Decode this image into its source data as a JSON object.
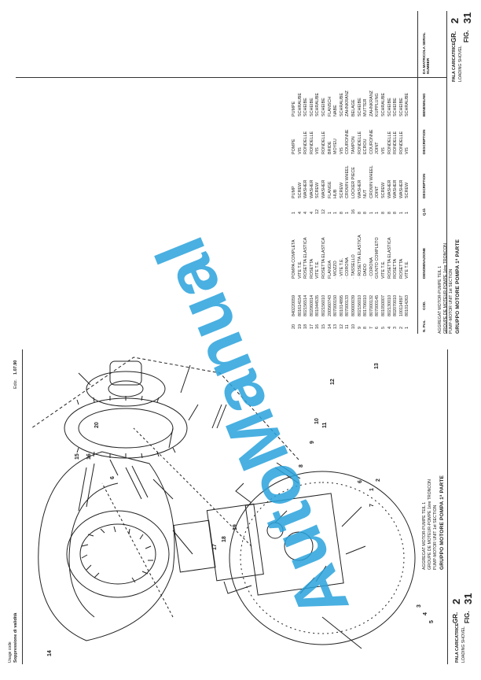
{
  "header_left": {
    "title": "PALA CARICATRICE",
    "subtitle": "LOADING SHOVEL",
    "gr_label": "GR.",
    "gr_value": "2",
    "fig_label": "FIG.",
    "fig_value": "31"
  },
  "header_right": {
    "title": "PALA CARICATRICE",
    "subtitle": "LOADING SHOVEL",
    "gr_label": "GR.",
    "gr_value": "2",
    "fig_label": "FIG.",
    "fig_value": "31"
  },
  "group_left": {
    "line1": "GRUPPO MOTORE POMPA 1ª PARTE",
    "line2": "PUMP-MOTOR UNIT 1st SECTION",
    "line3": "GROUPE DE MOTEUR-POMPE 1ère TRONCON",
    "line4": "AGGREGAT MOTOR-PUMPE TEIL 1"
  },
  "group_right": {
    "line1": "GRUPPO MOTORE POMPA 1ª PARTE",
    "line2": "PUMP-MOTOR UNIT 1st SECTION",
    "line3": "GROUPE DE MOTEUR-POMPE 1ère TRONCON",
    "line4": "AGGREGAT MOTOR-PUMPE TEIL 1"
  },
  "footer": {
    "line1": "Soppressione di validità",
    "line2": "Usage code",
    "date_label": "Ediz.",
    "date_value": "1.07.90"
  },
  "table": {
    "headers": {
      "n": "N. Pos.",
      "code": "COD.",
      "denominazione": "DENOMINAZIONE",
      "qty": "Q.tà",
      "description": "DESCRIPTION",
      "description_fr": "DESCRIPTION",
      "benennung": "BENENNUNG",
      "serial": "DA MATRICOLA SERIAL NUMBER"
    },
    "rows": [
      {
        "n": "1",
        "code": "801014263",
        "it": "VITE T.E.",
        "q": "1",
        "en": "SCREW",
        "fr": "VIS",
        "de": "SCHRAUBE"
      },
      {
        "n": "2",
        "code": "100114897",
        "it": "ROSETTA",
        "q": "1",
        "en": "WASHER",
        "fr": "RONDELLE",
        "de": "SCHEIBE"
      },
      {
        "n": "3",
        "code": "802070010",
        "it": "ROSETTA",
        "q": "8",
        "en": "WASHER",
        "fr": "RONDELLE",
        "de": "SCHEIBE"
      },
      {
        "n": "4",
        "code": "802130010",
        "it": "ROSETTA ELASTICA",
        "q": "8",
        "en": "WASHER",
        "fr": "RONDELLE",
        "de": "SCHEIBE"
      },
      {
        "n": "5",
        "code": "801050007",
        "it": "VITE T.E.",
        "q": "8",
        "en": "SCREW",
        "fr": "VIS",
        "de": "SCHRAUBE"
      },
      {
        "n": "6",
        "code": "807000145",
        "it": "GIUNTO COMPLETO",
        "q": "1",
        "en": "JOINT",
        "fr": "JOINT",
        "de": "KUPPLUNG"
      },
      {
        "n": "7",
        "code": "807000132",
        "it": "· CORONA",
        "q": "1",
        "en": "CROWN WHEEL",
        "fr": "COURONNE",
        "de": "ZAHNKRANZ"
      },
      {
        "n": "8",
        "code": "801706010",
        "it": "· DADO",
        "q": "8",
        "en": "NUT",
        "fr": "ECROU",
        "de": "MUTTER"
      },
      {
        "n": "9",
        "code": "802156010",
        "it": "· ROSETTA ELASTICA",
        "q": "8",
        "en": "WASHER",
        "fr": "RONDELLE",
        "de": "SCHEIBE"
      },
      {
        "n": "10",
        "code": "809000039",
        "it": "· TASSELLO",
        "q": "16",
        "en": "LOCKER PIECE",
        "fr": "TAMPON",
        "de": "BELAGE"
      },
      {
        "n": "11",
        "code": "807000133",
        "it": "· CORONA",
        "q": "1",
        "en": "CROWN WHEEL",
        "fr": "COURONNE",
        "de": "ZAHNKRANZ"
      },
      {
        "n": "12",
        "code": "801014895",
        "it": "· VITE T.E.",
        "q": "8",
        "en": "SCREW",
        "fr": "VIS",
        "de": "SCHRAUBE"
      },
      {
        "n": "13",
        "code": "807000150",
        "it": "· MOZZO",
        "q": "1",
        "en": "HUB",
        "fr": "MOYEU",
        "de": "NABE"
      },
      {
        "n": "14",
        "code": "200560743",
        "it": "FLANGIA",
        "q": "1",
        "en": "FLANGE",
        "fr": "BRIDE",
        "de": "FLANSCH"
      },
      {
        "n": "15",
        "code": "802156010",
        "it": "ROSETTA ELASTICA",
        "q": "12",
        "en": "WASHER",
        "fr": "RONDELLE",
        "de": "SCHEIBE"
      },
      {
        "n": "16",
        "code": "801044535",
        "it": "VITE T.E.",
        "q": "12",
        "en": "SCREW",
        "fr": "VIS",
        "de": "SCHRAUBE"
      },
      {
        "n": "17",
        "code": "802060014",
        "it": "ROSETTA",
        "q": "4",
        "en": "WASHER",
        "fr": "RONDELLE",
        "de": "SCHEIBE"
      },
      {
        "n": "18",
        "code": "802156514",
        "it": "ROSETTA ELASTICA",
        "q": "4",
        "en": "WASHER",
        "fr": "RONDELLE",
        "de": "SCHEIBE"
      },
      {
        "n": "19",
        "code": "801614154",
        "it": "VITE T.E.",
        "q": "4",
        "en": "SCREW",
        "fr": "VIS",
        "de": "SCHRAUBE"
      },
      {
        "n": "20",
        "code": "840220059",
        "it": "POMPA COMPLETA",
        "q": "1",
        "en": "PUMP",
        "fr": "POMPE",
        "de": "PUMPE"
      }
    ]
  },
  "callouts": [
    "1",
    "2",
    "3",
    "4",
    "5",
    "6",
    "6",
    "7",
    "8",
    "9",
    "10",
    "11",
    "12",
    "13",
    "14",
    "15",
    "16",
    "17",
    "18",
    "19",
    "20"
  ],
  "watermark": "AutoManual",
  "colors": {
    "watermark": "#2aa3dc",
    "ink": "#222222"
  }
}
